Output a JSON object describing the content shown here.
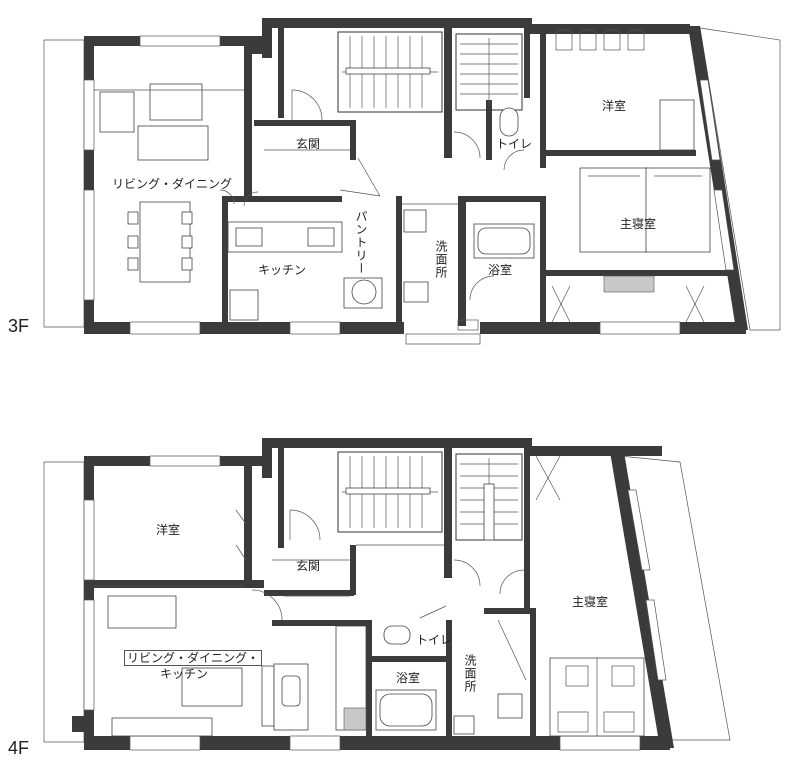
{
  "floors": [
    {
      "id": "3f",
      "label": "3F",
      "rooms": {
        "living_dining": "リビング・ダイニング",
        "entrance": "玄関",
        "kitchen": "キッチン",
        "pantry": "パントリー",
        "washroom": "洗面所",
        "bathroom": "浴室",
        "toilet": "トイレ",
        "western_room": "洋室",
        "master_bedroom": "主寝室"
      }
    },
    {
      "id": "4f",
      "label": "4F",
      "rooms": {
        "western_room": "洋室",
        "entrance": "玄関",
        "ldk_line1": "リビング・ダイニング・",
        "ldk_line2": "キッチン",
        "toilet": "トイレ",
        "bathroom": "浴室",
        "washroom": "洗面所",
        "master_bedroom": "主寝室"
      }
    }
  ]
}
